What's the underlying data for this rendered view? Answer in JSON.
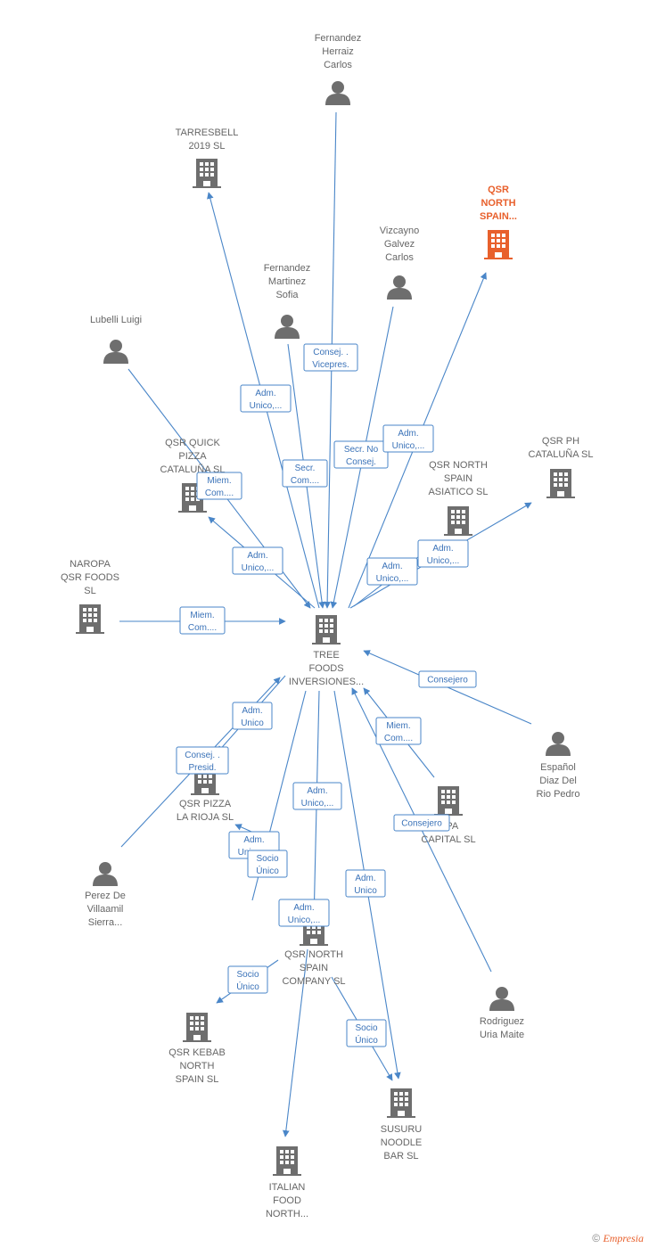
{
  "colors": {
    "edge": "#4a86c8",
    "node": "#6e6e6e",
    "highlight": "#e8602c",
    "label": "#666666"
  },
  "nodes": [
    {
      "id": "center",
      "type": "company",
      "icon": "building-icon",
      "label": [
        "TREE",
        "FOODS",
        "INVERSIONES..."
      ]
    },
    {
      "id": "fhc",
      "type": "person",
      "icon": "person-icon",
      "label": [
        "Fernandez",
        "Herraiz",
        "Carlos"
      ]
    },
    {
      "id": "tarres",
      "type": "company",
      "icon": "building-icon",
      "label": [
        "TARRESBELL",
        "2019  SL"
      ]
    },
    {
      "id": "qsrns",
      "type": "company",
      "icon": "building-icon",
      "highlight": true,
      "label": [
        "QSR",
        "NORTH",
        "SPAIN..."
      ]
    },
    {
      "id": "vizcayno",
      "type": "person",
      "icon": "person-icon",
      "label": [
        "Vizcayno",
        "Galvez",
        "Carlos"
      ]
    },
    {
      "id": "fms",
      "type": "person",
      "icon": "person-icon",
      "label": [
        "Fernandez",
        "Martinez",
        "Sofia"
      ]
    },
    {
      "id": "lubelli",
      "type": "person",
      "icon": "person-icon",
      "label": [
        "Lubelli Luigi"
      ]
    },
    {
      "id": "qsrqp",
      "type": "company",
      "icon": "building-icon",
      "label": [
        "QSR QUICK",
        "PIZZA",
        "CATALUÑA SL"
      ]
    },
    {
      "id": "qsrph",
      "type": "company",
      "icon": "building-icon",
      "label": [
        "QSR PH",
        "CATALUÑA  SL"
      ]
    },
    {
      "id": "qsrnsa",
      "type": "company",
      "icon": "building-icon",
      "label": [
        "QSR NORTH",
        "SPAIN",
        "ASIATICO  SL"
      ]
    },
    {
      "id": "naropa",
      "type": "company",
      "icon": "building-icon",
      "label": [
        "NAROPA",
        "QSR FOODS",
        "SL"
      ]
    },
    {
      "id": "espanol",
      "type": "person",
      "icon": "person-icon",
      "label": [
        "Español",
        "Diaz Del",
        "Rio Pedro"
      ]
    },
    {
      "id": "qsrpr",
      "type": "company",
      "icon": "building-icon",
      "label": [
        "QSR PIZZA",
        "LA RIOJA  SL"
      ]
    },
    {
      "id": "opacap",
      "type": "company",
      "icon": "building-icon",
      "label": [
        "OPA",
        "CAPITAL SL"
      ]
    },
    {
      "id": "perez",
      "type": "person",
      "icon": "person-icon",
      "label": [
        "Perez De",
        "Villaamil",
        "Sierra..."
      ]
    },
    {
      "id": "qsrnsc",
      "type": "company",
      "icon": "building-icon",
      "label": [
        "QSR NORTH",
        "SPAIN",
        "COMPANY  SL"
      ]
    },
    {
      "id": "rodriguez",
      "type": "person",
      "icon": "person-icon",
      "label": [
        "Rodriguez",
        "Uria Maite"
      ]
    },
    {
      "id": "qsrkebab",
      "type": "company",
      "icon": "building-icon",
      "label": [
        "QSR KEBAB",
        "NORTH",
        "SPAIN  SL"
      ]
    },
    {
      "id": "susuru",
      "type": "company",
      "icon": "building-icon",
      "label": [
        "SUSURU",
        "NOODLE",
        "BAR  SL"
      ]
    },
    {
      "id": "italian",
      "type": "company",
      "icon": "building-icon",
      "label": [
        "ITALIAN",
        "FOOD",
        "NORTH..."
      ]
    }
  ],
  "relations": [
    {
      "label": [
        "Consej. .",
        "Vicepres."
      ]
    },
    {
      "label": [
        "Adm.",
        "Unico,..."
      ]
    },
    {
      "label": [
        "Secr. No",
        "Consej."
      ]
    },
    {
      "label": [
        "Adm.",
        "Unico,..."
      ]
    },
    {
      "label": [
        "Secr.",
        "Com...."
      ]
    },
    {
      "label": [
        "Miem.",
        "Com...."
      ]
    },
    {
      "label": [
        "Adm.",
        "Unico,..."
      ]
    },
    {
      "label": [
        "Adm.",
        "Unico,..."
      ]
    },
    {
      "label": [
        "Adm.",
        "Unico,..."
      ]
    },
    {
      "label": [
        "Miem.",
        "Com...."
      ]
    },
    {
      "label": [
        "Consejero"
      ]
    },
    {
      "label": [
        "Adm.",
        "Unico"
      ]
    },
    {
      "label": [
        "Consej. .",
        "Presid."
      ]
    },
    {
      "label": [
        "Miem.",
        "Com...."
      ]
    },
    {
      "label": [
        "Adm.",
        "Unico,..."
      ]
    },
    {
      "label": [
        "Consejero"
      ]
    },
    {
      "label": [
        "Adm.",
        "Unico,..."
      ]
    },
    {
      "label": [
        "Socio",
        "Único"
      ]
    },
    {
      "label": [
        "Adm.",
        "Unico,..."
      ]
    },
    {
      "label": [
        "Adm.",
        "Unico"
      ]
    },
    {
      "label": [
        "Socio",
        "Único"
      ]
    },
    {
      "label": [
        "Socio",
        "Único"
      ]
    }
  ],
  "footer": {
    "copyright": "©",
    "brand": "Empresia"
  }
}
